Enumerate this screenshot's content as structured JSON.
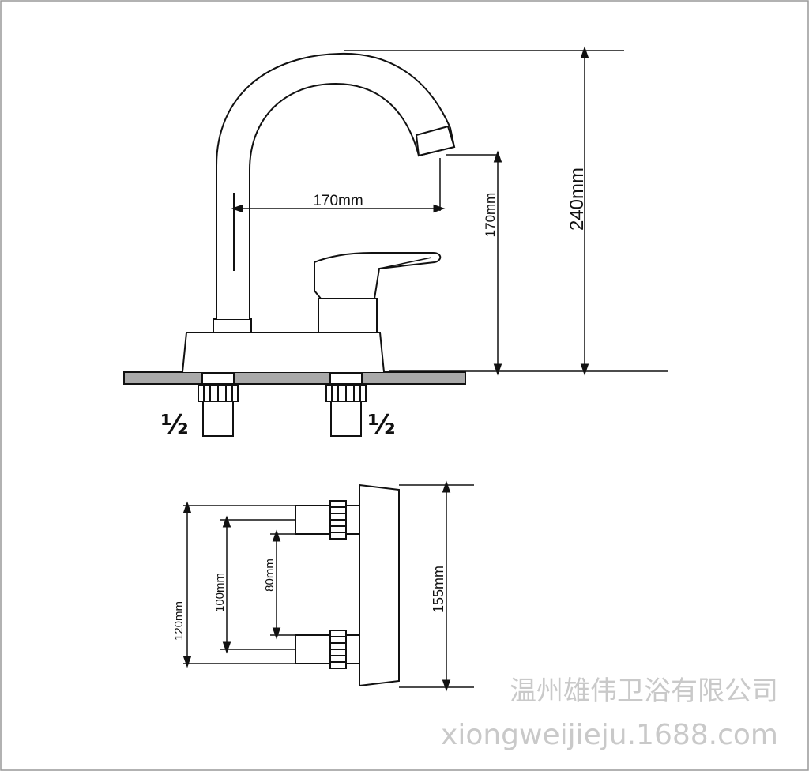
{
  "dimensions": {
    "spout_reach": "170mm",
    "spout_height": "170mm",
    "total_height": "240mm",
    "outer_spacing": "120mm",
    "inner_spacing": "100mm",
    "center_spacing": "80mm",
    "base_length": "155mm"
  },
  "inlet_labels": {
    "left": "½",
    "right": "½"
  },
  "watermark": {
    "company": "温州雄伟卫浴有限公司",
    "site": "xiongweijieju.1688.com"
  }
}
